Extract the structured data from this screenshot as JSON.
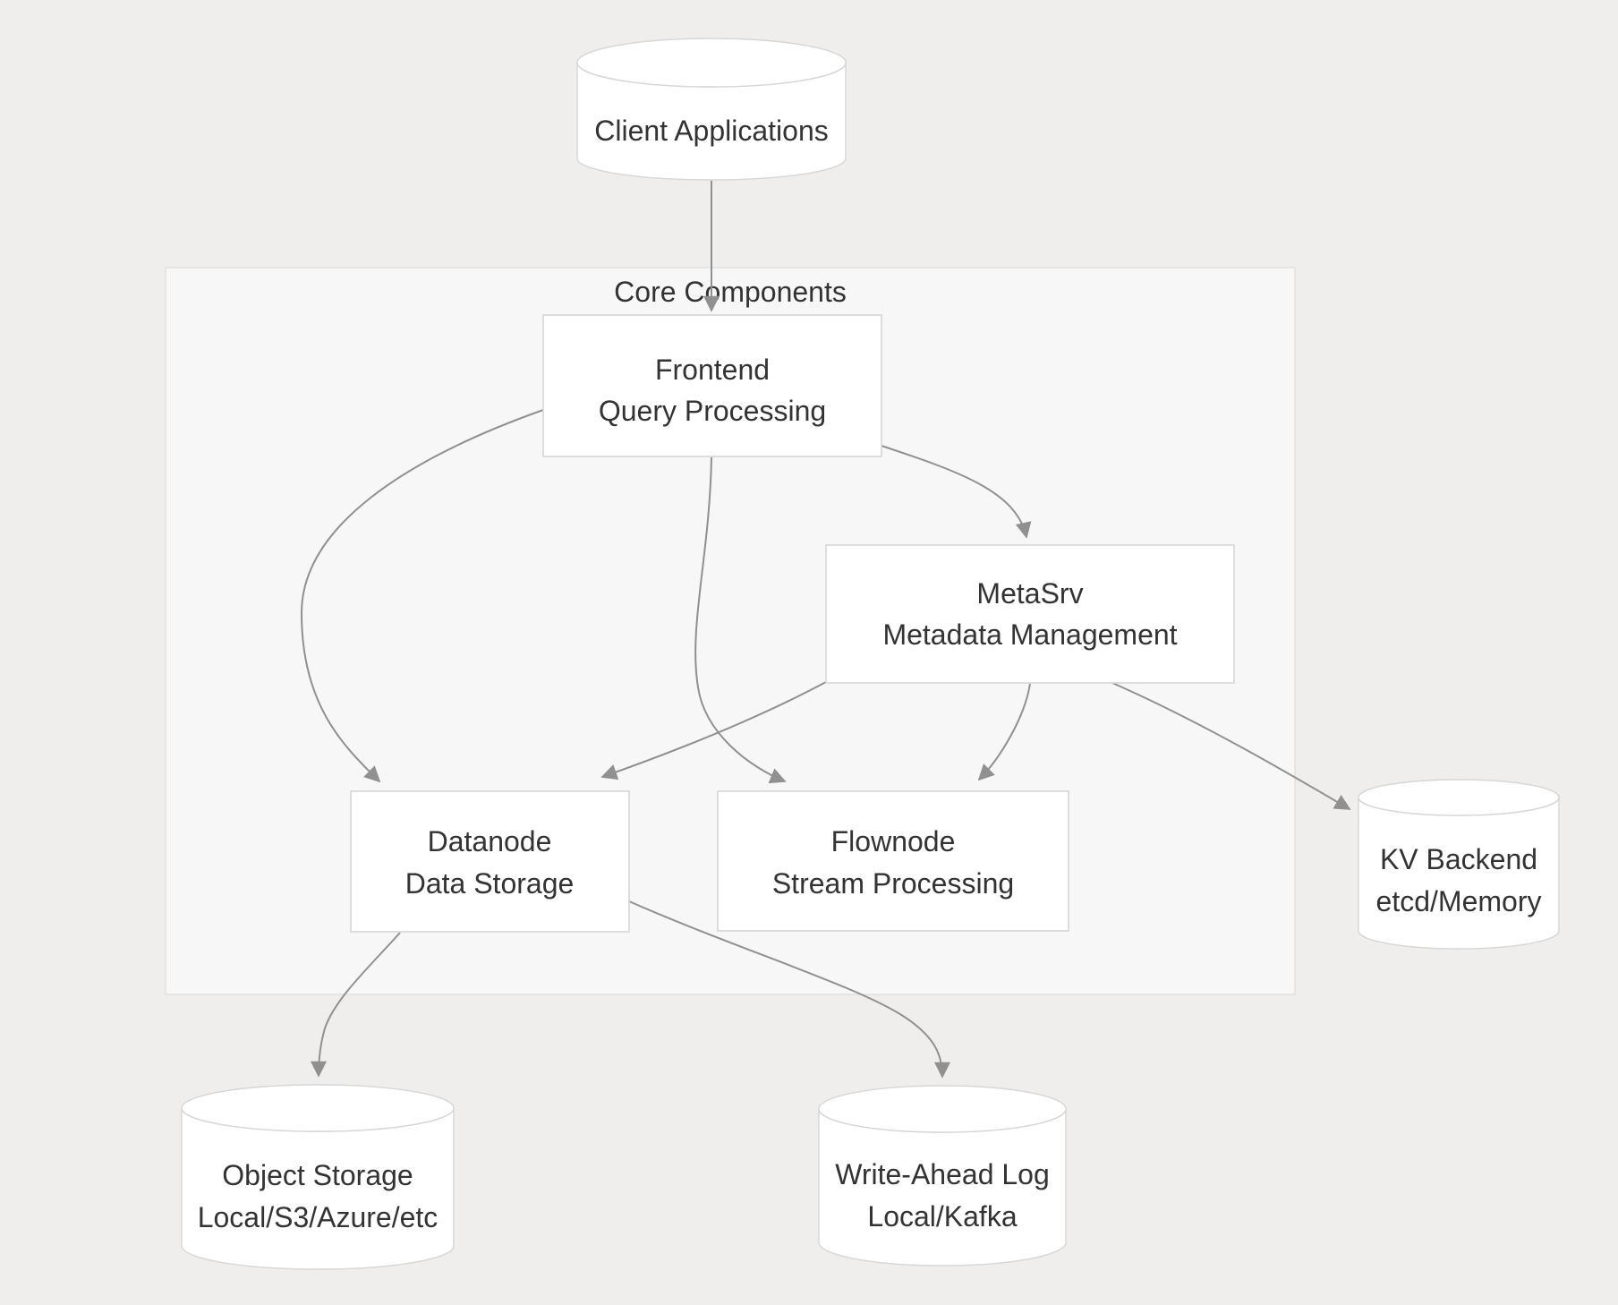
{
  "diagram": {
    "type": "flowchart",
    "subgraph": {
      "label": "Core Components"
    },
    "nodes": {
      "client_applications": {
        "shape": "cylinder",
        "title": "Client Applications"
      },
      "frontend": {
        "shape": "rect",
        "title": "Frontend",
        "subtitle": "Query Processing"
      },
      "metasrv": {
        "shape": "rect",
        "title": "MetaSrv",
        "subtitle": "Metadata Management"
      },
      "datanode": {
        "shape": "rect",
        "title": "Datanode",
        "subtitle": "Data Storage"
      },
      "flownode": {
        "shape": "rect",
        "title": "Flownode",
        "subtitle": "Stream Processing"
      },
      "kv_backend": {
        "shape": "cylinder",
        "title": "KV Backend",
        "subtitle": "etcd/Memory"
      },
      "object_storage": {
        "shape": "cylinder",
        "title": "Object Storage",
        "subtitle": "Local/S3/Azure/etc"
      },
      "write_ahead_log": {
        "shape": "cylinder",
        "title": "Write-Ahead Log",
        "subtitle": "Local/Kafka"
      }
    },
    "edges": [
      {
        "from": "Client Applications",
        "to": "Frontend"
      },
      {
        "from": "Frontend",
        "to": "Datanode"
      },
      {
        "from": "Frontend",
        "to": "Flownode"
      },
      {
        "from": "Frontend",
        "to": "MetaSrv"
      },
      {
        "from": "MetaSrv",
        "to": "Datanode"
      },
      {
        "from": "MetaSrv",
        "to": "Flownode"
      },
      {
        "from": "MetaSrv",
        "to": "KV Backend"
      },
      {
        "from": "Datanode",
        "to": "Object Storage"
      },
      {
        "from": "Datanode",
        "to": "Write-Ahead Log"
      }
    ],
    "colors": {
      "page_background": "#efeeec",
      "subgraph_background": "#f7f7f7",
      "subgraph_border": "#e2e1df",
      "node_fill": "#ffffff",
      "node_border": "#d6d6d6",
      "edge": "#909090",
      "text": "#333333"
    }
  }
}
